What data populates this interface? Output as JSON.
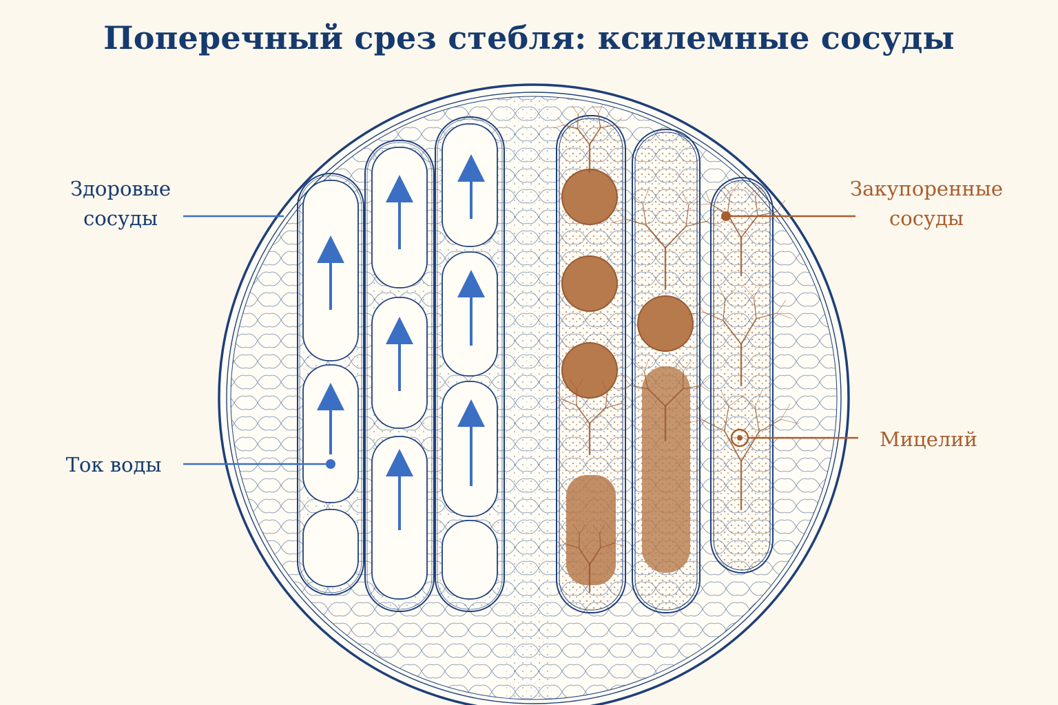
{
  "title": "Поперечный срез стебля: ксилемные сосуды",
  "labels": {
    "healthy": [
      "Здоровые",
      "сосуды"
    ],
    "blocked": [
      "Закупоренные",
      "сосуды"
    ],
    "water_flow": "Ток воды",
    "mycelium": "Мицелий"
  },
  "colors": {
    "outline": "#1f3f7a",
    "arrow": "#3b6fc4",
    "fungus_fill": "#b77a4c",
    "fungus_dark": "#9a5a30",
    "label_blue": "#163a6e",
    "label_brown": "#a95c2c",
    "background": "#fcf8ee"
  }
}
